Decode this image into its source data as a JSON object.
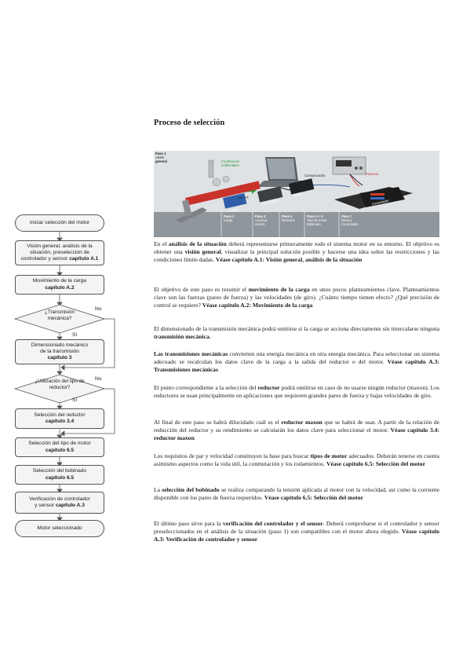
{
  "title": "Proceso de selección",
  "illustration": {
    "step1": [
      "Paso 1",
      "Visión",
      "general"
    ],
    "condiciones": [
      "Condiciones",
      "ambientales"
    ],
    "comunicacion": "Comunicación",
    "potencia": "Potencia",
    "vel": "vel, F/t",
    "carga": "Carga",
    "transmision": "Transmisión",
    "motor": "Motor",
    "controlador": "Controlador",
    "steps": [
      [
        "Paso 2",
        "Carga"
      ],
      [
        "Paso 3",
        "Acciona-",
        "miento"
      ],
      [
        "Paso 4",
        "Reductor"
      ],
      [
        "Paso 5 + 6",
        "Tipo de motor",
        "Bobinado"
      ],
      [
        "Paso 7",
        "Sensor",
        "Controlador"
      ]
    ]
  },
  "flowchart": {
    "start": "Iniciar selección del motor",
    "box1": [
      "Visión general, análisis de la",
      "situación, preselección de",
      "controlador y sensor"
    ],
    "box1_ref": "capítulo A.1",
    "box2": "Movimiento de la carga",
    "box2_ref": "capítulo A.2",
    "decision1": [
      "¿Transmisión",
      "mecánica?"
    ],
    "no1": "No",
    "si1": "Sí",
    "box3": [
      "Dimensionado mecánico",
      "de la transmisión"
    ],
    "box3_ref": "capítulo 3",
    "decision2": [
      "¿Utilización del tipo de",
      "reductor?"
    ],
    "no2": "No",
    "si2": "Sí",
    "box4": "Selección del reductor",
    "box4_ref": "capítulo 3.4",
    "box5": "Selección del tipo de motor",
    "box5_ref": "capítulo 6.5",
    "box6": "Selección del bobinado",
    "box6_ref": "capítulo 6.5",
    "box7": "Verificación de controlador",
    "box7_pre": "y sensor",
    "box7_ref": "capítulo A.3",
    "end": "Motor seleccionado"
  },
  "paragraphs": {
    "p1": {
      "a": "En el ",
      "b1": "análisis de la situación",
      "c": " deberá representarse primeramente todo el sistema motor en su entorno. El objetivo es obtener una ",
      "b2": "visión general",
      "d": ", visualizar la principal solución posible y hacerse una idea sobre las restricciones y las condiciones límite dadas. ",
      "b3": "Véase capítulo A.1: Visión general, análisis de la situación"
    },
    "p2": {
      "a": "El objetivo de este paso es resumir el ",
      "b1": "movimiento de la carga",
      "c": " en unos pocos planteamientos clave. Planteamientos clave son las fuerzas (pares de fuerza) y las velocidades (de giro). ¿Cuánto tiempo tienen efecto? ¿Qué precisión de control se requiere? ",
      "b2": "Véase capítulo A.2: Movimiento de la carga"
    },
    "p3": {
      "a": "El dimensionado de la transmisión mecánica podrá omitirse si la carga se acciona directamente sin intercalarse ninguna ",
      "b1": "transmisión mecánica."
    },
    "p4": {
      "b1": "Las transmisiones mecánicas",
      "a": " convierten una energía mecánica en otra energía mecánica. Para seleccionar un sistema adecuado se recalculan los datos clave de la carga a la salida del reductor o del motor. ",
      "b2": "Véase capítulo A.3: Transmisiones mecánicas"
    },
    "p5": {
      "a": "El punto correspondiente a la selección del ",
      "b1": "reductor",
      "c": " podrá omitirse en caso de no usarse ningún reductor (maxon). Los reductores se usan principalmente en aplicaciones que requieren grandes pares de fuerza y bajas velocidades de giro."
    },
    "p6": {
      "a": "Al final de este paso se habrá dilucidado cuál es el ",
      "b1": "reductor maxon",
      "c": " que se habrá de usar. A partir de la relación de reducción del reductor y su rendimiento se calcularán los datos clave para seleccionar el motor. ",
      "b2": "Véase capítulo 3.4: reductor maxon"
    },
    "p7": {
      "a": "Los requisitos de par y velocidad constituyen la base para buscar ",
      "b1": "tipos de motor",
      "c": " adecuados. Deberán tenerse en cuenta asimismo aspectos como la vida útil, la conmutación y los rodamientos. ",
      "b2": "Véase capítulo 6.5: Selección del motor"
    },
    "p8": {
      "a": "La ",
      "b1": "selección del bobinado",
      "c": " se realiza comparando la tensión aplicada al motor con la velocidad, así como la corriente disponible con los pares de fuerza requeridos. ",
      "b2": "Véase capítulo 6.5: Selección del motor"
    },
    "p9": {
      "a": "El último paso sirve para la ",
      "b1": "verificación del controlador y el sensor",
      "c": ". Deberá comprobarse si el controlador y sensor preseleccionados en el análisis de la situación (paso 1) son compatibles con el motor ahora elegido. ",
      "b2": "Véase capítulo A.3: Verificación de controlador y sensor"
    }
  }
}
